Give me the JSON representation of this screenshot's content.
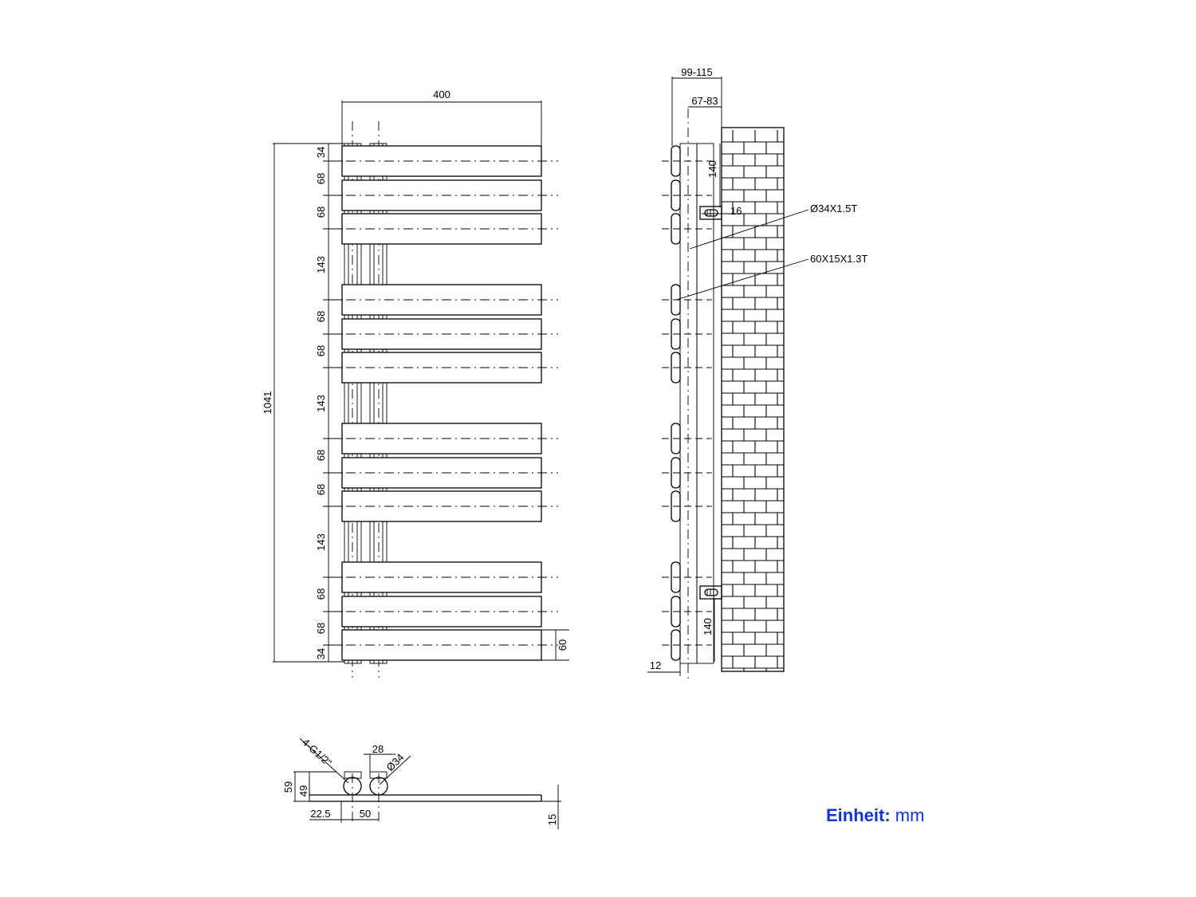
{
  "dimensions": {
    "width": "400",
    "height": "1041",
    "spacing_end": "34",
    "spacing_bar": "68",
    "spacing_gap": "143",
    "bar_height": "60",
    "depth_total": "99-115",
    "depth_wall": "67-83",
    "bracket_top": "140",
    "bracket_bottom": "140",
    "bracket_offset": "16",
    "bottom_offset": "12",
    "pipe_spec": "Ø34X1.5T",
    "bar_spec": "60X15X1.3T",
    "connections": "4-G1/2\"",
    "pipe_distance": "28",
    "pipe_diameter": "Ø34",
    "height_59": "59",
    "height_49": "49",
    "offset_22_5": "22.5",
    "centre_50": "50",
    "thickness_15": "15"
  },
  "unit": {
    "label": "Einheit:",
    "value": "mm"
  }
}
